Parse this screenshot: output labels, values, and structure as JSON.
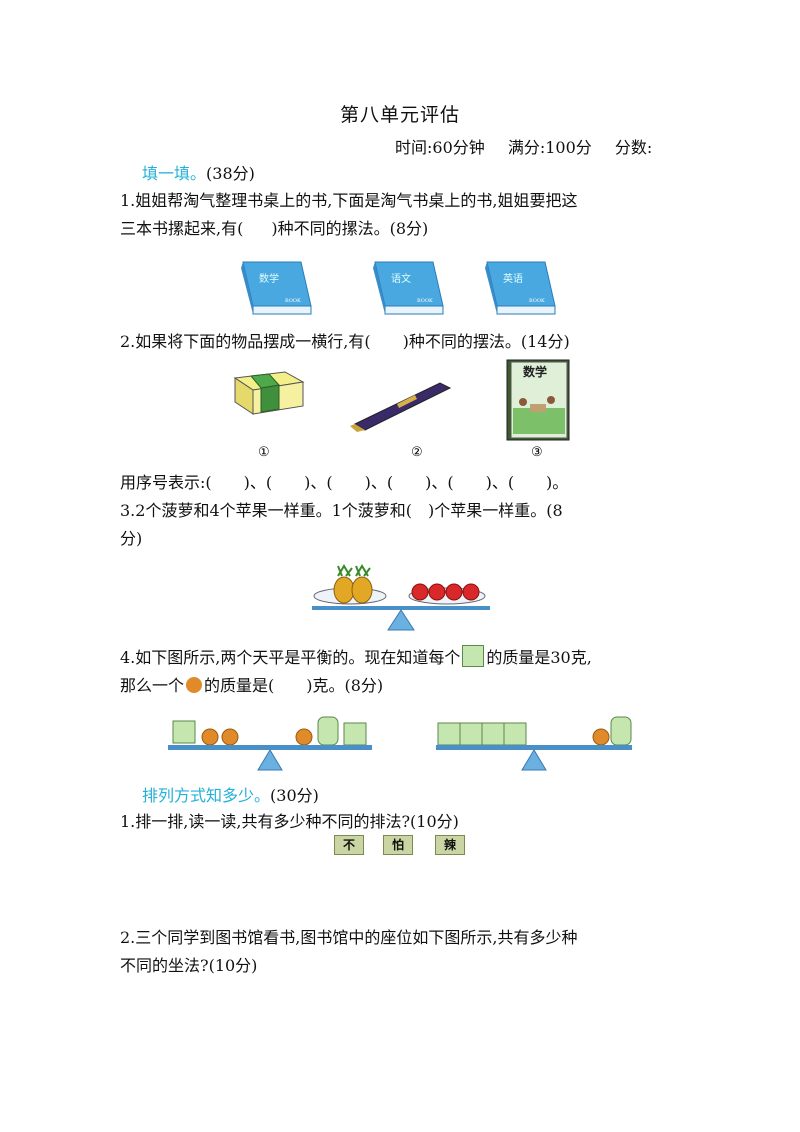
{
  "title": "第八单元评估",
  "meta": {
    "time": "时间:60分钟",
    "full": "满分:100分",
    "score": "分数:"
  },
  "section1": {
    "label": "填一填。",
    "points": "(38分)"
  },
  "q1": {
    "line1": "1.姐姐帮淘气整理书桌上的书,下面是淘气书桌上的书,姐姐要把这",
    "line2a": "三本书摞起来,有(",
    "line2b": ")种不同的摞法。(8分)",
    "books": [
      {
        "title": "数学",
        "sub": "BOOK"
      },
      {
        "title": "语文",
        "sub": "BOOK"
      },
      {
        "title": "英语",
        "sub": "BOOK"
      }
    ]
  },
  "q2": {
    "line1a": "2.如果将下面的物品摆成一横行,有(",
    "line1b": ")种不同的摆法。(14分)",
    "items": [
      "①",
      "②",
      "③"
    ],
    "book_cover_title": "数学",
    "answer_line": "用序号表示:(　　)、(　　)、(　　)、(　　)、(　　)、(　　)。"
  },
  "q3": {
    "line1": "3.2个菠萝和4个苹果一样重。1个菠萝和(　)个苹果一样重。(8",
    "line2": "分)"
  },
  "q4": {
    "line1a": "4.如下图所示,两个天平是平衡的。现在知道每个",
    "line1b": "的质量是30克,",
    "line2a": "那么一个",
    "line2b": "的质量是(　　)克。(8分)"
  },
  "section2": {
    "label": "排列方式知多少。",
    "points": "(30分)"
  },
  "q5": {
    "line1": "1.排一排,读一读,共有多少种不同的排法?(10分)",
    "tiles": [
      "不",
      "怕",
      "辣"
    ]
  },
  "q6": {
    "line1": "2.三个同学到图书馆看书,图书馆中的座位如下图所示,共有多少种",
    "line2": "不同的坐法?(10分)"
  },
  "colors": {
    "accent": "#22b0d8",
    "book": "#4aa8e0",
    "cube": "#c6e6b0",
    "ball": "#e08a2a",
    "balance": "#4a90c8"
  }
}
